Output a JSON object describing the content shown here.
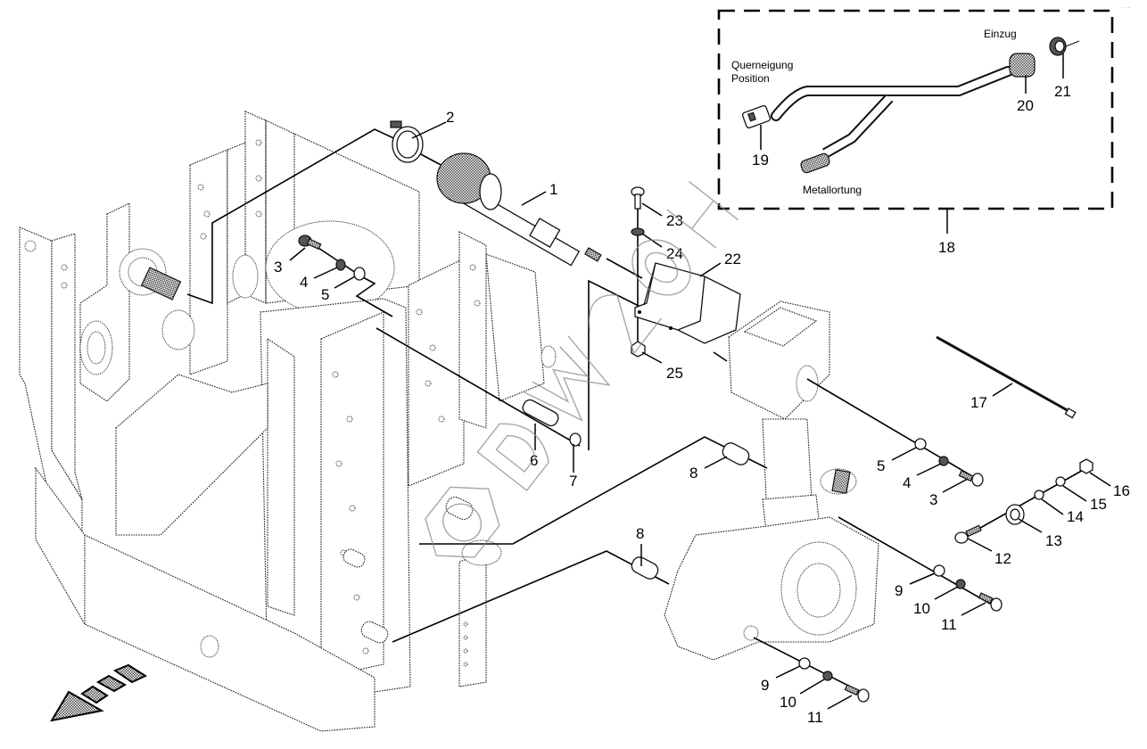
{
  "diagram": {
    "type": "exploded-parts-diagram",
    "corner_mark": "·· ···",
    "watermark": "DW2OH",
    "inset": {
      "group_number": "18",
      "labels": {
        "querneigung_line1": "Querneigung",
        "querneigung_line2": "Position",
        "einzug": "Einzug",
        "metallortung": "Metallortung"
      }
    },
    "callouts": {
      "c1": "1",
      "c2": "2",
      "c3a": "3",
      "c4a": "4",
      "c5a": "5",
      "c6": "6",
      "c7": "7",
      "c8a": "8",
      "c8b": "8",
      "c5b": "5",
      "c4b": "4",
      "c3b": "3",
      "c9a": "9",
      "c10a": "10",
      "c11a": "11",
      "c9b": "9",
      "c10b": "10",
      "c11b": "11",
      "c12": "12",
      "c13": "13",
      "c14": "14",
      "c15": "15",
      "c16": "16",
      "c17": "17",
      "c18": "18",
      "c19": "19",
      "c20": "20",
      "c21": "21",
      "c22": "22",
      "c23": "23",
      "c24": "24",
      "c25": "25"
    },
    "direction_arrow": "travel-direction"
  }
}
